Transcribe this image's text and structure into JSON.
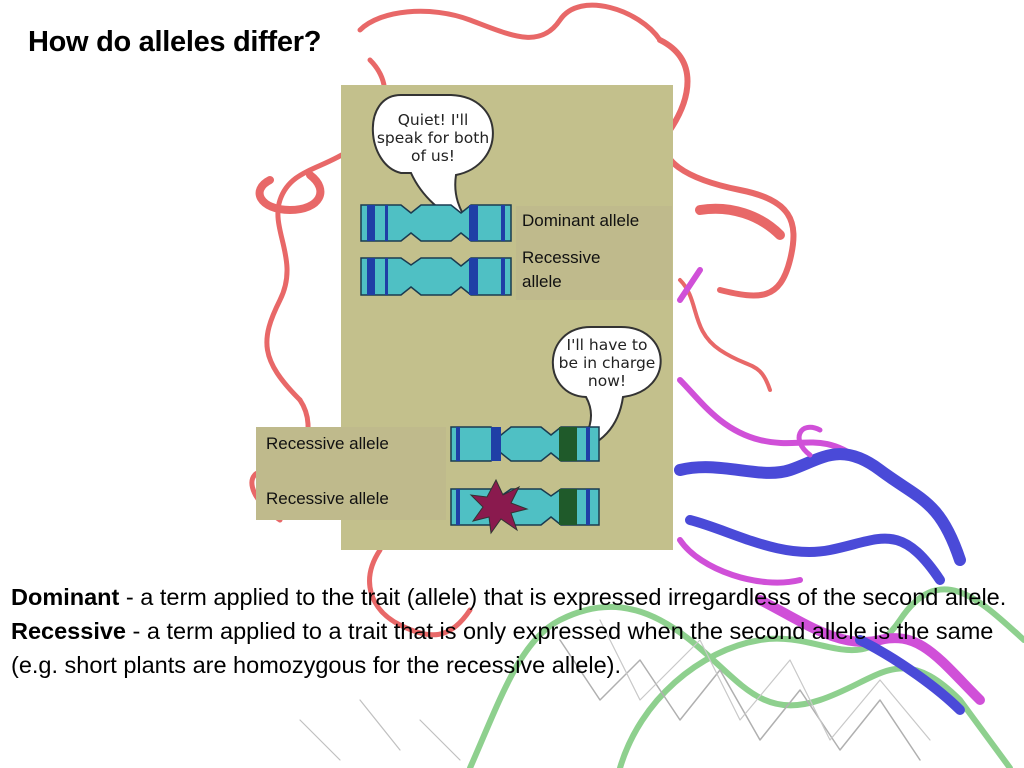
{
  "title": "How do alleles differ?",
  "comic": {
    "bubble_top": [
      "Quiet! I'll",
      "speak for both",
      "of us!"
    ],
    "bubble_bottom": [
      "I'll have to",
      "be in charge",
      "now!"
    ],
    "labels": {
      "dominant": "Dominant allele",
      "recessive_top": [
        "Recessive",
        "allele"
      ],
      "recessive_1": "Recessive allele",
      "recessive_2": "Recessive allele"
    }
  },
  "definitions": {
    "dominant_term": "Dominant",
    "dominant_text": " - a term applied to the trait (allele) that is expressed irregardless of the second allele.",
    "recessive_term": "Recessive",
    "recessive_text": " - a term applied to a trait that is only expressed when the second allele is the same (e.g. short plants are homozygous for the recessive allele)."
  },
  "colors": {
    "panel": "#c3c08c",
    "chromosome": "#4fc0c4",
    "band_blue": "#1f3fa6",
    "band_green": "#1f5a2a",
    "mutation": "#8a1a4e",
    "protein_red": "#e86868",
    "protein_blue": "#4a4ad8",
    "protein_magenta": "#d050d8",
    "dna_green": "#8ed08e"
  }
}
